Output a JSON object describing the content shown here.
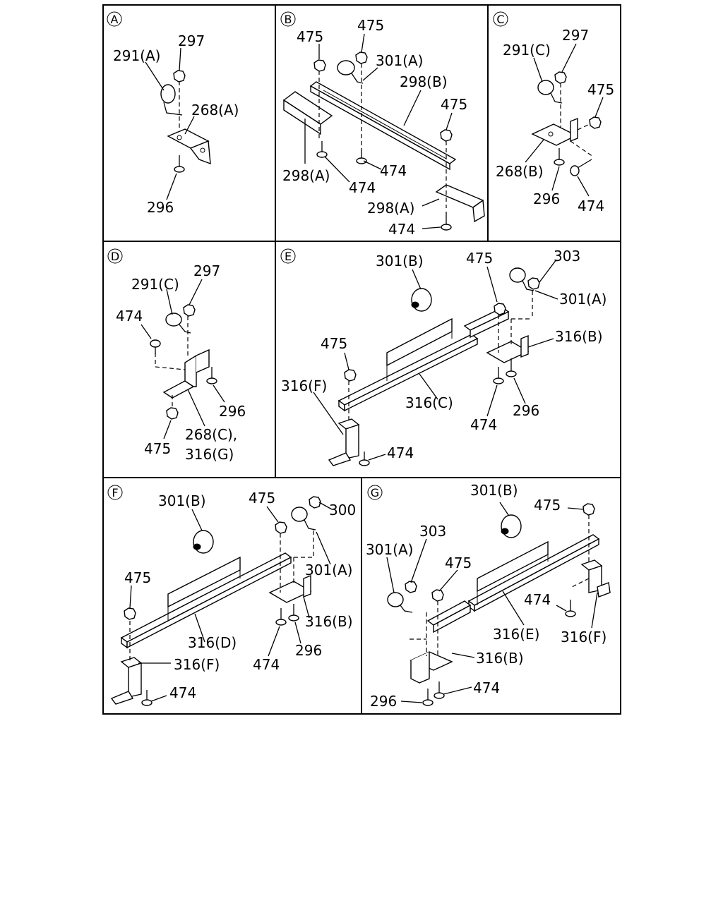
{
  "panels": {
    "A": {
      "letter": "A",
      "labels": [
        "297",
        "291(A)",
        "268(A)",
        "296"
      ]
    },
    "B": {
      "letter": "B",
      "labels": [
        "475",
        "475",
        "301(A)",
        "298(B)",
        "475",
        "298(A)",
        "474",
        "474",
        "298(A)",
        "474"
      ]
    },
    "C": {
      "letter": "C",
      "labels": [
        "297",
        "291(C)",
        "475",
        "268(B)",
        "296",
        "474"
      ]
    },
    "D": {
      "letter": "D",
      "labels": [
        "291(C)",
        "297",
        "474",
        "296",
        "475",
        "268(C),",
        "316(G)"
      ]
    },
    "E": {
      "letter": "E",
      "labels": [
        "301(B)",
        "475",
        "303",
        "301(A)",
        "316(B)",
        "475",
        "316(F)",
        "316(C)",
        "474",
        "296",
        "474"
      ]
    },
    "F": {
      "letter": "F",
      "labels": [
        "301(B)",
        "475",
        "300",
        "301(A)",
        "475",
        "316(B)",
        "316(D)",
        "474",
        "296",
        "316(F)",
        "474"
      ]
    },
    "G": {
      "letter": "G",
      "labels": [
        "301(B)",
        "475",
        "303",
        "301(A)",
        "475",
        "474",
        "316(E)",
        "316(F)",
        "316(B)",
        "474",
        "296"
      ]
    }
  }
}
